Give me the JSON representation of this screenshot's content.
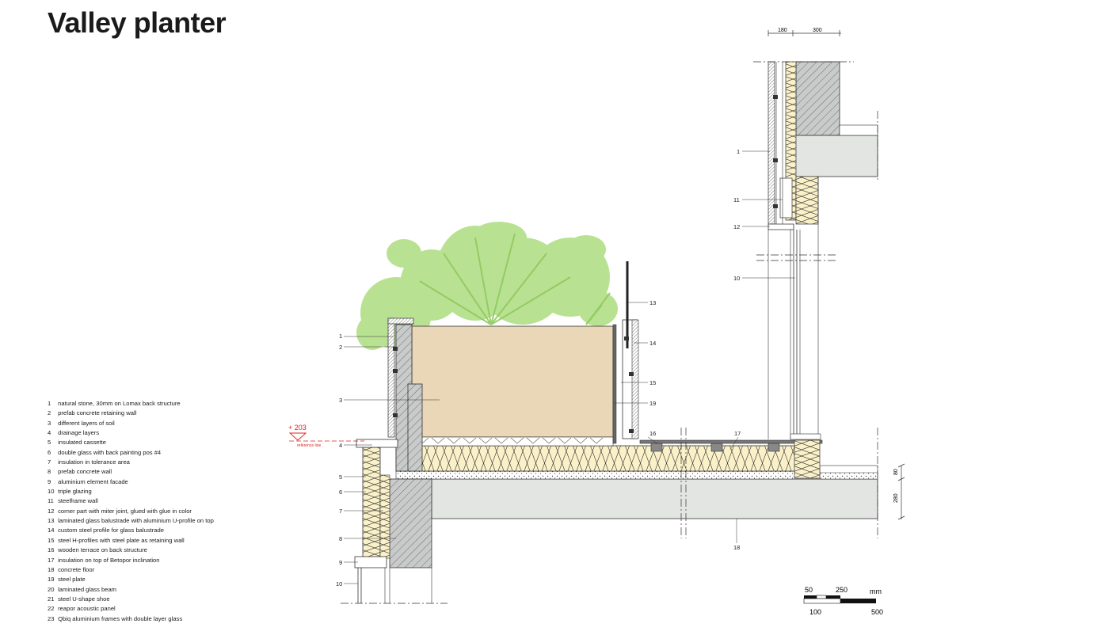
{
  "title": "Valley planter",
  "legend": [
    {
      "num": "1",
      "text": "natural stone, 30mm on Lomax back structure"
    },
    {
      "num": "2",
      "text": "prefab concrete retaining wall"
    },
    {
      "num": "3",
      "text": "different layers of soil"
    },
    {
      "num": "4",
      "text": "drainage layers"
    },
    {
      "num": "5",
      "text": "insulated cassette"
    },
    {
      "num": "6",
      "text": "double glass with back painting pos #4"
    },
    {
      "num": "7",
      "text": "insulation in tolerance area"
    },
    {
      "num": "8",
      "text": "prefab concrete wall"
    },
    {
      "num": "9",
      "text": "aluminium element facade"
    },
    {
      "num": "10",
      "text": "triple glazing"
    },
    {
      "num": "11",
      "text": "steelframe wall"
    },
    {
      "num": "12",
      "text": "corner part with miter joint, glued with glue in color"
    },
    {
      "num": "13",
      "text": "laminated glass balustrade with aluminium U-profile on top"
    },
    {
      "num": "14",
      "text": "custom steel profile for glass balustrade"
    },
    {
      "num": "15",
      "text": "steel H-profiles with steel plate as retaining wall"
    },
    {
      "num": "16",
      "text": "wooden terrace on back structure"
    },
    {
      "num": "17",
      "text": "insulation on top of Betopor inclination"
    },
    {
      "num": "18",
      "text": "concrete floor"
    },
    {
      "num": "19",
      "text": "steel plate"
    },
    {
      "num": "20",
      "text": "laminated glass beam"
    },
    {
      "num": "21",
      "text": "steel U-shape shoe"
    },
    {
      "num": "22",
      "text": "reapor acoustic panel"
    },
    {
      "num": "23",
      "text": "Qbiq aluminium frames with double layer glass"
    }
  ],
  "drawing": {
    "reference_level": "+ 203",
    "reference_label": "reference line",
    "dim_top_a": "180",
    "dim_top_b": "300",
    "dim_right_a": "80",
    "dim_right_b": "280",
    "scale_50": "50",
    "scale_250": "250",
    "scale_100": "100",
    "scale_500": "500",
    "scale_unit": "mm",
    "callouts": {
      "planter_left": [
        "1",
        "2",
        "3",
        "4",
        "5",
        "6",
        "7",
        "8",
        "9",
        "10"
      ],
      "planter_right": [
        "13",
        "14",
        "15",
        "19"
      ],
      "terrace": [
        "16",
        "17"
      ],
      "floor": "18",
      "facade": [
        "1",
        "11",
        "12",
        "10"
      ]
    }
  },
  "colors": {
    "soil": "#e9d7b8",
    "insulation": "#fbf1c8",
    "concrete": "#e3e5e3",
    "dark_concrete": "#c9cbcb",
    "plants": "#a8da78",
    "reference": "#e02020",
    "line": "#1a1a1a"
  }
}
